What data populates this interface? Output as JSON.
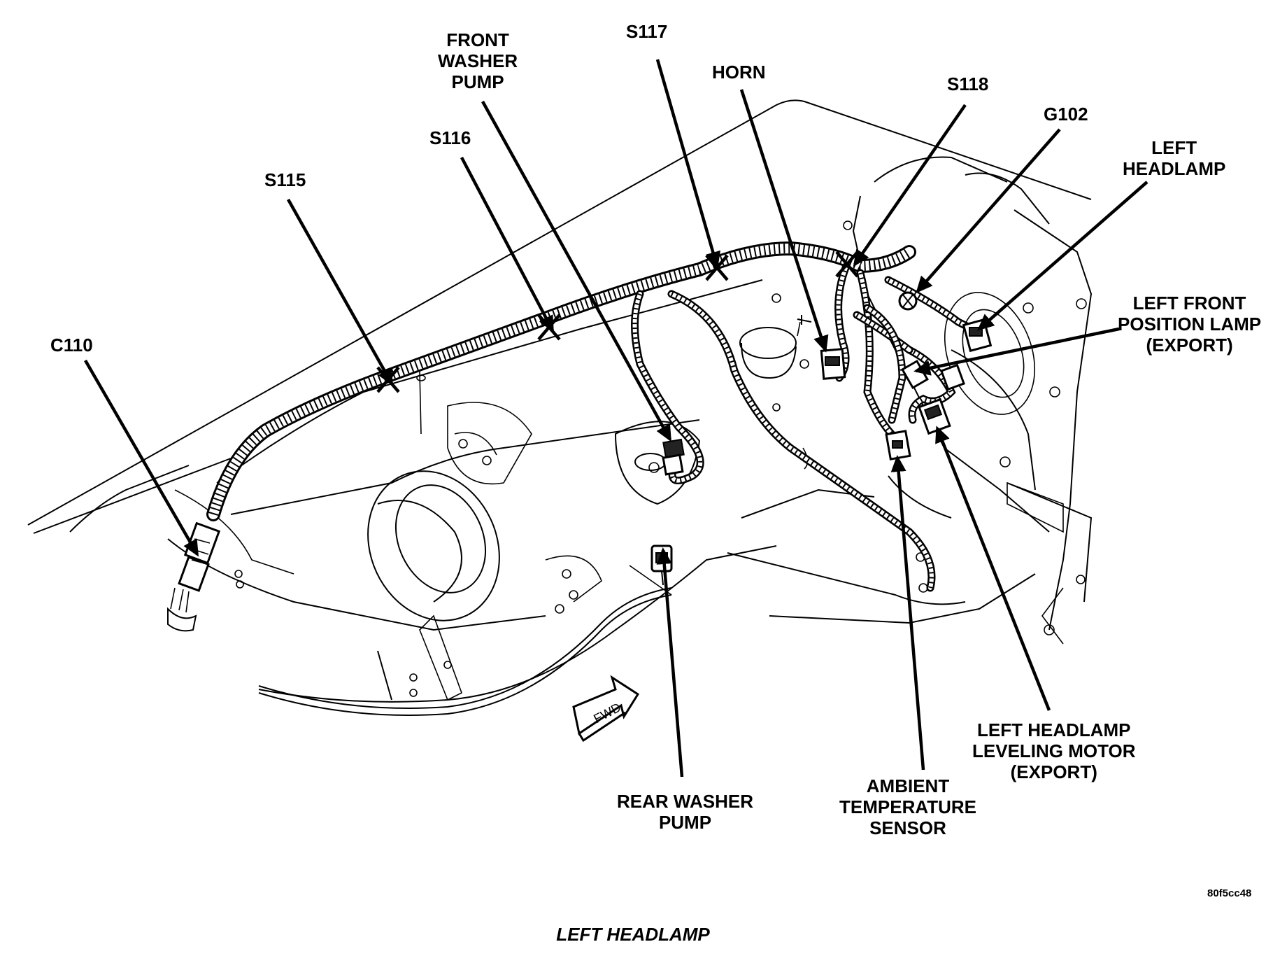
{
  "callouts": {
    "c110": [
      "C110"
    ],
    "s115": [
      "S115"
    ],
    "s116": [
      "S116"
    ],
    "front_washer_pump": [
      "FRONT",
      "WASHER",
      "PUMP"
    ],
    "s117": [
      "S117"
    ],
    "horn": [
      "HORN"
    ],
    "s118": [
      "S118"
    ],
    "g102": [
      "G102"
    ],
    "left_headlamp": [
      "LEFT",
      "HEADLAMP"
    ],
    "left_front_position_lamp": [
      "LEFT FRONT",
      "POSITION LAMP",
      "(EXPORT)"
    ],
    "left_headlamp_leveling_motor": [
      "LEFT HEADLAMP",
      "LEVELING MOTOR",
      "(EXPORT)"
    ],
    "ambient_temperature_sensor": [
      "AMBIENT",
      "TEMPERATURE",
      "SENSOR"
    ],
    "rear_washer_pump": [
      "REAR WASHER",
      "PUMP"
    ]
  },
  "fwd_label": "FWD",
  "figure_id": "80f5cc48",
  "caption": "LEFT HEADLAMP"
}
